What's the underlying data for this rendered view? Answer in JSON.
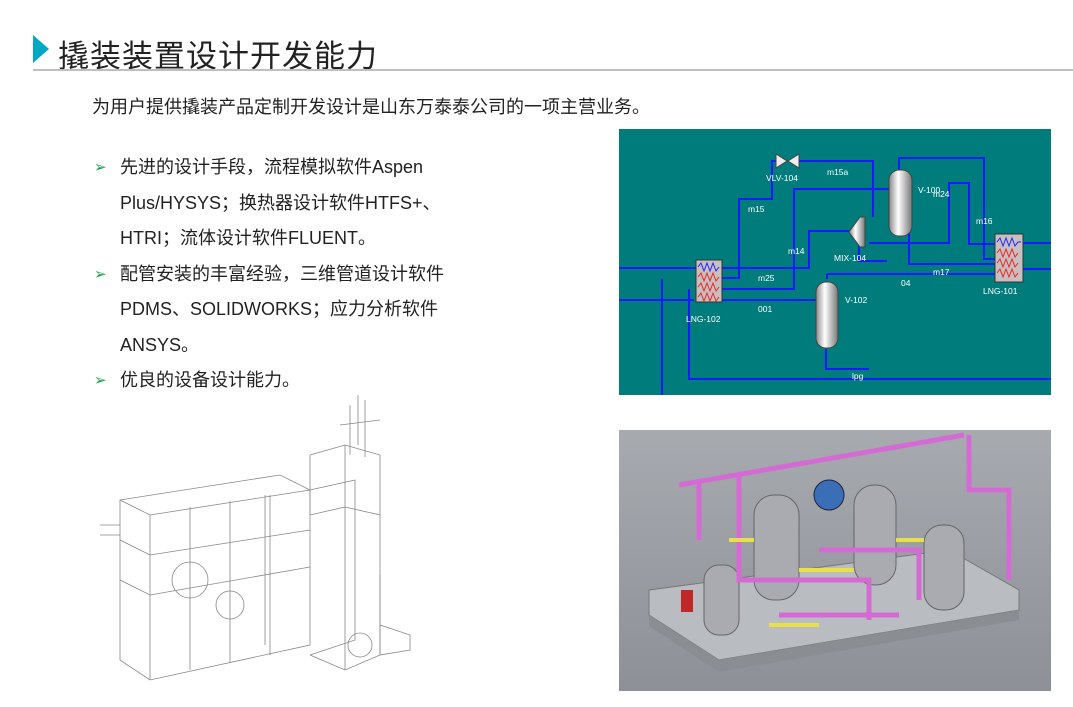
{
  "header": {
    "title": "撬装装置设计开发能力"
  },
  "intro": "为用户提供撬装产品定制开发设计是山东万泰泰公司的一项主营业务。",
  "bullets": [
    {
      "lines": [
        "先进的设计手段，流程模拟软件Aspen",
        "Plus/HYSYS；换热器设计软件HTFS+、",
        "HTRI；流体设计软件FLUENT。"
      ]
    },
    {
      "lines": [
        "配管安装的丰富经验，三维管道设计软件",
        "PDMS、SOLIDWORKS；应力分析软件",
        "ANSYS。"
      ]
    },
    {
      "lines": [
        "优良的设备设计能力。"
      ]
    }
  ],
  "flow_diagram": {
    "labels": {
      "vlv104": "VLV-104",
      "m15a": "m15a",
      "m15": "m15",
      "v100": "V-100",
      "m24": "m24",
      "m16": "m16",
      "m14": "m14",
      "mix104": "MIX-104",
      "m25": "m25",
      "m17": "m17",
      "s04": "04",
      "lng101": "LNG-101",
      "lng102": "LNG-102",
      "s001": "001",
      "v102": "V-102",
      "lpg": "lpg"
    }
  },
  "colors": {
    "accent": "#00a9c3",
    "bullet": "#1e9e4a",
    "flow_bg": "#007c7c",
    "stream": "#1a1aff"
  }
}
